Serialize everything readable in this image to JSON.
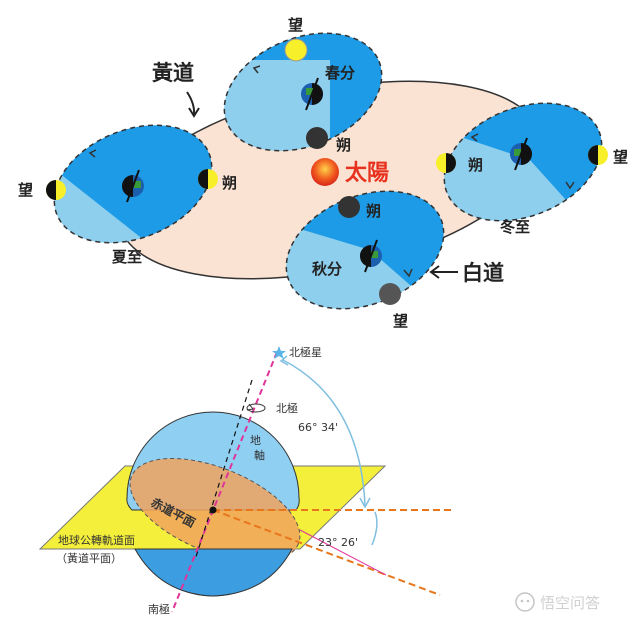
{
  "top_diagram": {
    "ecliptic_label": "黃道",
    "moon_orbit_label": "白道",
    "sun_label": "太陽",
    "seasons": {
      "spring": "春分",
      "summer": "夏至",
      "autumn": "秋分",
      "winter": "冬至"
    },
    "full_moon": "望",
    "new_moon": "朔"
  },
  "bottom_diagram": {
    "polaris": "北極星",
    "north_pole": "北極",
    "south_pole": "南極",
    "axis_label_1": "地",
    "axis_label_2": "軸",
    "obliquity_complement": "66° 34'",
    "obliquity": "23° 26'",
    "equator_plane": "赤道平面",
    "orbit_plane": "地球公轉軌道面",
    "ecliptic_plane": "（黃道平面）"
  },
  "watermark": "悟空问答",
  "colors": {
    "orbit_blue": "#1e9be6",
    "ecliptic_fill": "#fbe3d3",
    "sun_red": "#e8321f",
    "moon_yellow": "#f7ef2a",
    "plane_yellow": "#f4ef3a",
    "equator_orange": "#f0a35e"
  }
}
